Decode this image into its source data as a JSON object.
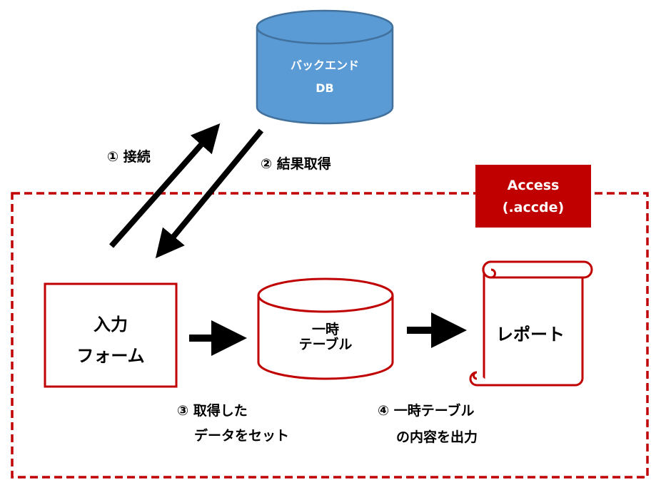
{
  "colors": {
    "accent_red": "#c00000",
    "db_blue": "#5b9bd5",
    "db_stroke": "#41719c"
  },
  "backend_db": {
    "line1": "バックエンド",
    "line2": "DB",
    "icon": "database-cylinder"
  },
  "access_badge": {
    "line1": "Access",
    "line2": "(.accde)"
  },
  "input_form": {
    "line1": "入力",
    "line2": "フォーム"
  },
  "temp_table": {
    "line1": "一時",
    "line2": "テーブル",
    "icon": "table-cylinder"
  },
  "report": {
    "label": "レポート",
    "icon": "scroll-document"
  },
  "steps": {
    "step1": "① 接続",
    "step2": "② 結果取得",
    "step3_line1": "③ 取得した",
    "step3_line2": "データをセット",
    "step4_line1": "④ 一時テーブル",
    "step4_line2": "の内容を出力"
  }
}
